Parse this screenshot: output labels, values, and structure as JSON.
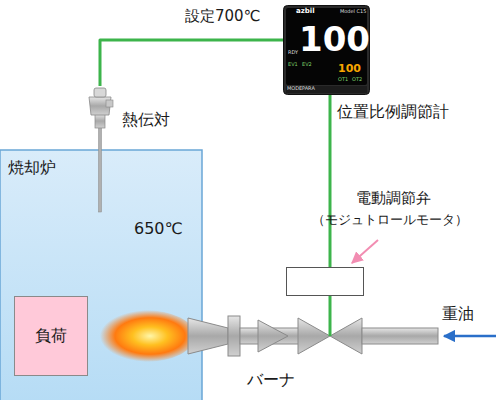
{
  "diagram": {
    "nodes": [
      {
        "text": [
          "焼却炉",
          "650℃"
        ]
      },
      {
        "text": [
          "負荷"
        ],
        "in": 0
      },
      {
        "text": [
          "位置比例調節計"
        ]
      },
      {
        "text": [
          "熱伝対"
        ]
      },
      {
        "text": [
          "電動調節弁",
          "（モジュトロールモータ）"
        ]
      }
    ],
    "edges": [
      {
        "from": 2,
        "to": 3,
        "arrow": "none"
      },
      {
        "from": 2,
        "to": 4,
        "arrow": "none"
      }
    ],
    "labels": [
      "設定700℃",
      "バーナ",
      "重油",
      "azbil",
      "Model C15",
      "100",
      "100",
      "RDY",
      "EV1",
      "EV2",
      "OT1",
      "OT2",
      "MODE",
      "PARA"
    ]
  }
}
